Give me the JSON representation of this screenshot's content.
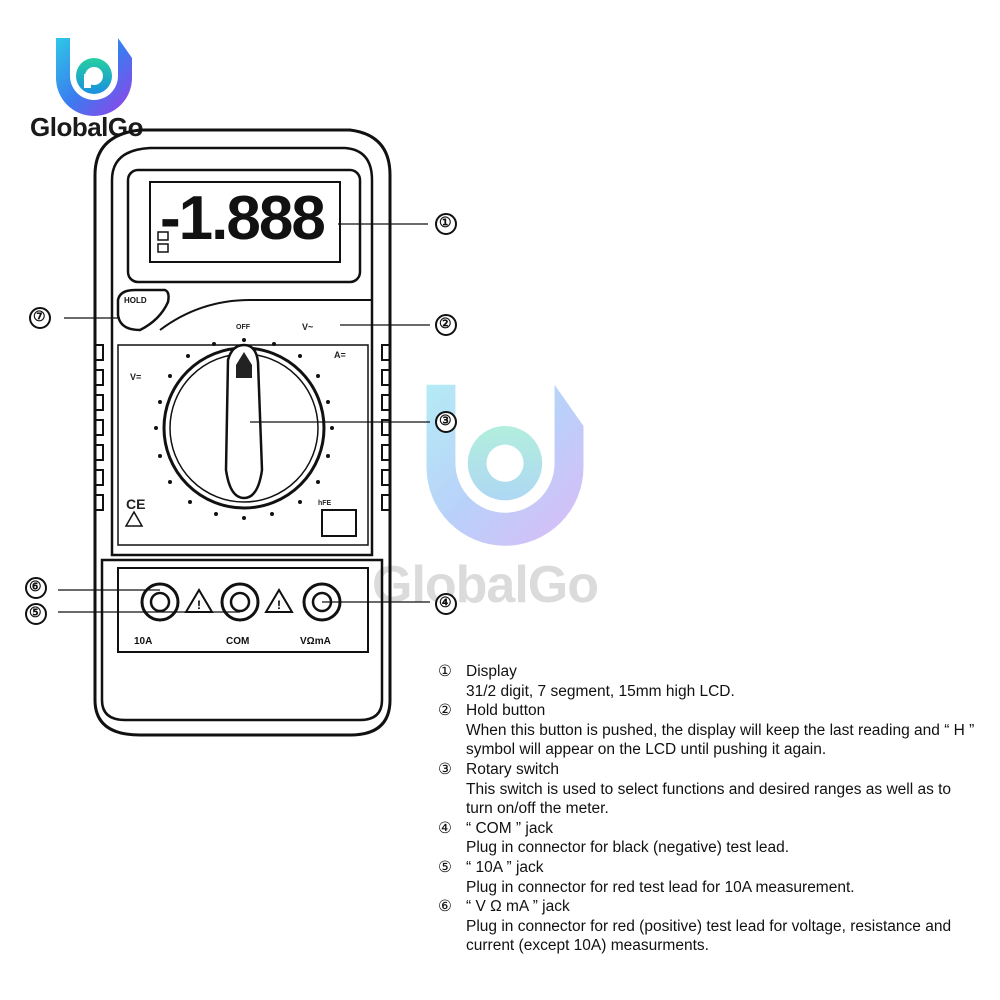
{
  "brand": {
    "name": "GlobalGo",
    "watermark": "GlobalGo"
  },
  "meter": {
    "lcd_value": "-1.888",
    "hold_label": "HOLD",
    "dial_labels": [
      "OFF",
      "V~",
      "A=",
      "V=",
      "CE",
      "hFE"
    ],
    "jack_labels": [
      "10A",
      "COM",
      "VΩmA"
    ],
    "callout_numbers": [
      "①",
      "②",
      "③",
      "④",
      "⑤",
      "⑥",
      "⑦"
    ]
  },
  "legend": [
    {
      "num": "①",
      "title": "Display",
      "desc": "31/2 digit, 7 segment, 15mm high LCD."
    },
    {
      "num": "②",
      "title": "Hold button",
      "desc": "When this button is pushed, the display will keep the last reading and “ H ” symbol will appear on the LCD until pushing it again."
    },
    {
      "num": "③",
      "title": "Rotary switch",
      "desc": "This switch is used to select functions and desired ranges as well as to turn on/off the meter."
    },
    {
      "num": "④",
      "title": "“ COM ” jack",
      "desc": "Plug in connector for black (negative) test lead."
    },
    {
      "num": "⑤",
      "title": "“ 10A ” jack",
      "desc": "Plug in connector for red test lead for 10A measurement."
    },
    {
      "num": "⑥",
      "title": "“ V Ω mA ” jack",
      "desc": "Plug in connector for red (positive) test lead for voltage, resistance and current (except 10A) measurments."
    }
  ]
}
